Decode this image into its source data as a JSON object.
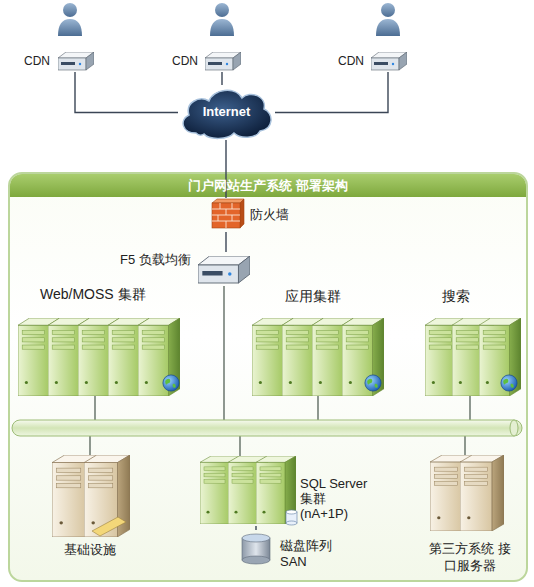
{
  "diagram": {
    "nodes": [
      {
        "text": [
          "CDN"
        ]
      },
      {
        "text": [
          "CDN"
        ]
      },
      {
        "text": [
          "CDN"
        ]
      },
      {
        "text": [
          "Internet"
        ]
      },
      {
        "text": [
          "门户网站生产系统 部署架构"
        ]
      },
      {
        "text": [
          "防火墙"
        ],
        "in": 4
      },
      {
        "text": [
          "F5 负载均衡"
        ],
        "in": 4
      },
      {
        "text": [
          "Web/MOSS 集群"
        ],
        "in": 4
      },
      {
        "text": [
          "应用集群"
        ],
        "in": 4
      },
      {
        "text": [
          "搜索"
        ],
        "in": 4
      },
      {
        "text": [
          "基础设施"
        ],
        "in": 4
      },
      {
        "text": [
          "SQL Server 集群 (nA+1P)"
        ],
        "in": 4
      },
      {
        "text": [
          "磁盘阵列 SAN"
        ],
        "in": 4
      },
      {
        "text": [
          "第三方系统 接口服务器"
        ],
        "in": 4
      }
    ],
    "edges": [
      {
        "from": 0,
        "to": 3,
        "arrow": "none"
      },
      {
        "from": 1,
        "to": 3,
        "arrow": "none"
      },
      {
        "from": 2,
        "to": 3,
        "arrow": "none"
      },
      {
        "from": 3,
        "to": 5,
        "arrow": "none"
      },
      {
        "from": 5,
        "to": 6,
        "arrow": "none"
      },
      {
        "from": 11,
        "to": 12,
        "arrow": "none"
      }
    ]
  }
}
